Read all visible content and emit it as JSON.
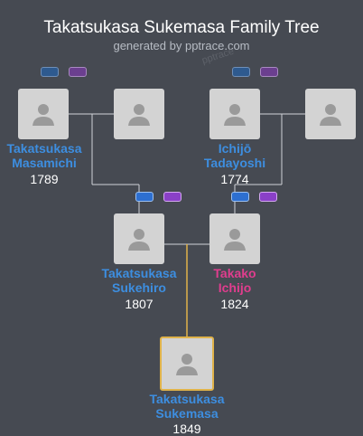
{
  "header": {
    "title": "Takatsukasa Sukemasa Family Tree",
    "subtitle": "generated by pptrace.com",
    "watermark": "pptrace"
  },
  "colors": {
    "male": "#3d8ee0",
    "female": "#e03d8e",
    "focus_border": "#e0b34a",
    "background": "#464a52"
  },
  "people": {
    "masamichi": {
      "name": [
        "Takatsukasa",
        "Masamichi"
      ],
      "year": "1789",
      "gender": "male"
    },
    "masamichi_spouse": {
      "name": [],
      "year": "",
      "gender": "unknown"
    },
    "tadayoshi": {
      "name": [
        "Ichijō",
        "Tadayoshi"
      ],
      "year": "1774",
      "gender": "male"
    },
    "tadayoshi_spouse": {
      "name": [],
      "year": "",
      "gender": "unknown"
    },
    "sukehiro": {
      "name": [
        "Takatsukasa",
        "Sukehiro"
      ],
      "year": "1807",
      "gender": "male"
    },
    "takako": {
      "name": [
        "Takako",
        "Ichijo"
      ],
      "year": "1824",
      "gender": "female"
    },
    "sukemasa": {
      "name": [
        "Takatsukasa",
        "Sukemasa"
      ],
      "year": "1849",
      "gender": "male"
    }
  },
  "icons": {
    "person": "person-silhouette-icon",
    "relation_blue": "relation-blue-pill-icon",
    "relation_purple": "relation-purple-pill-icon"
  }
}
